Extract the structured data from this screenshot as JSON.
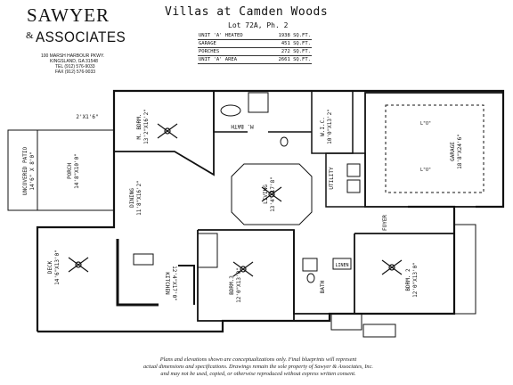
{
  "company": {
    "name_line1": "SAWYER",
    "ampersand": "&",
    "name_line2": "ASSOCIATES",
    "address": "100 MARSH HARBOUR PKWY.",
    "city": "KINGSLAND, GA 31548",
    "tel": "TEL (912) 576-9033",
    "fax": "FAX (912) 576-9033"
  },
  "project": {
    "title": "Villas at Camden Woods",
    "lot": "Lot 72A, Ph. 2"
  },
  "areas": [
    {
      "label": "UNIT 'A' HEATED",
      "value": "1938 SQ.FT."
    },
    {
      "label": "GARAGE",
      "value": "451 SQ.FT."
    },
    {
      "label": "PORCHES",
      "value": "272 SQ.FT."
    },
    {
      "label": "UNIT 'A' AREA",
      "value": "2661 SQ.FT."
    }
  ],
  "rooms": {
    "patio_name": "UNCOVERED PATIO",
    "patio_dim": "14'6\" X 8'0\"",
    "porch_name": "PORCH",
    "porch_dim": "14'8\"X10'0\"",
    "master_bdrm_name": "M. BDRM.",
    "master_bdrm_dim": "13'2\"X16'2\"",
    "master_bath": "M. BATH",
    "wic_name": "W.I.C.",
    "wic_dim": "10'0\"X13'2\"",
    "garage_name": "GARAGE",
    "garage_dim": "18'8\"X24'6\"",
    "living_name": "LIVING",
    "living_dim": "13'4\"X17'8\"",
    "dining_name": "DINING",
    "dining_dim": "11'8\"X16'2\"",
    "utility": "UTILITY",
    "foyer": "FOYER",
    "deck_name": "DECK",
    "deck_dim": "14'6\"X13'0\"",
    "kitchen_name": "KITCHEN",
    "kitchen_dim": "12'4\"X17'0\"",
    "bdrm3_name": "BDRM.3",
    "bdrm3_dim": "12'0\"X13'0\"",
    "bdrm2_name": "BDRM. 2",
    "bdrm2_dim": "12'0\"X13'0\"",
    "bath": "BATH",
    "linen": "LINEN",
    "closet_dim": "2'X1'6\"",
    "lo": "L\"O\""
  },
  "disclaimer": [
    "Plans and elevations shown are conceptualizations only. Final blueprints will represent",
    "actual dimensions and specifications. Drawings remain the sole property of Sawyer & Associates, Inc.",
    "and may not be used, copied, or otherwise reproduced without express written consent."
  ]
}
